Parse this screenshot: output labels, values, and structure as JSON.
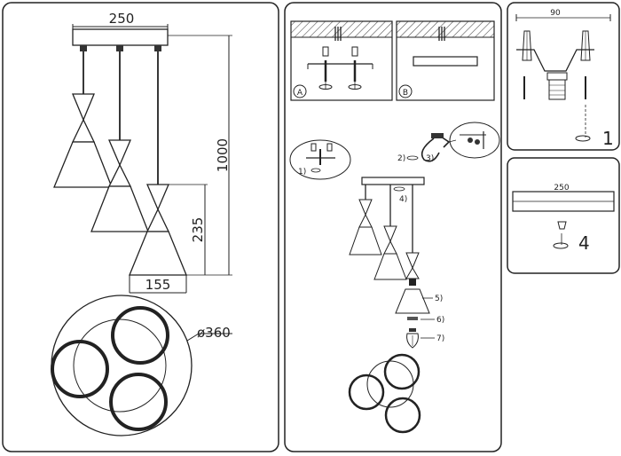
{
  "panel_left": {
    "dim_width": "250",
    "dim_height": "1000",
    "dim_shade_height": "235",
    "dim_shade_width": "155",
    "dim_diameter": "ø360"
  },
  "panel_center": {
    "box_a_label": "A",
    "box_b_label": "B",
    "step_1": "1)",
    "step_2": "2)",
    "step_3": "3)",
    "step_4": "4)",
    "step_5": "5)",
    "step_6": "6)",
    "step_7": "7)"
  },
  "panel_top_right": {
    "dim": "90",
    "step": "1"
  },
  "panel_bottom_right": {
    "dim": "250",
    "step": "4"
  },
  "colors": {
    "line": "#222222",
    "hatch": "#555555",
    "background": "#ffffff"
  }
}
